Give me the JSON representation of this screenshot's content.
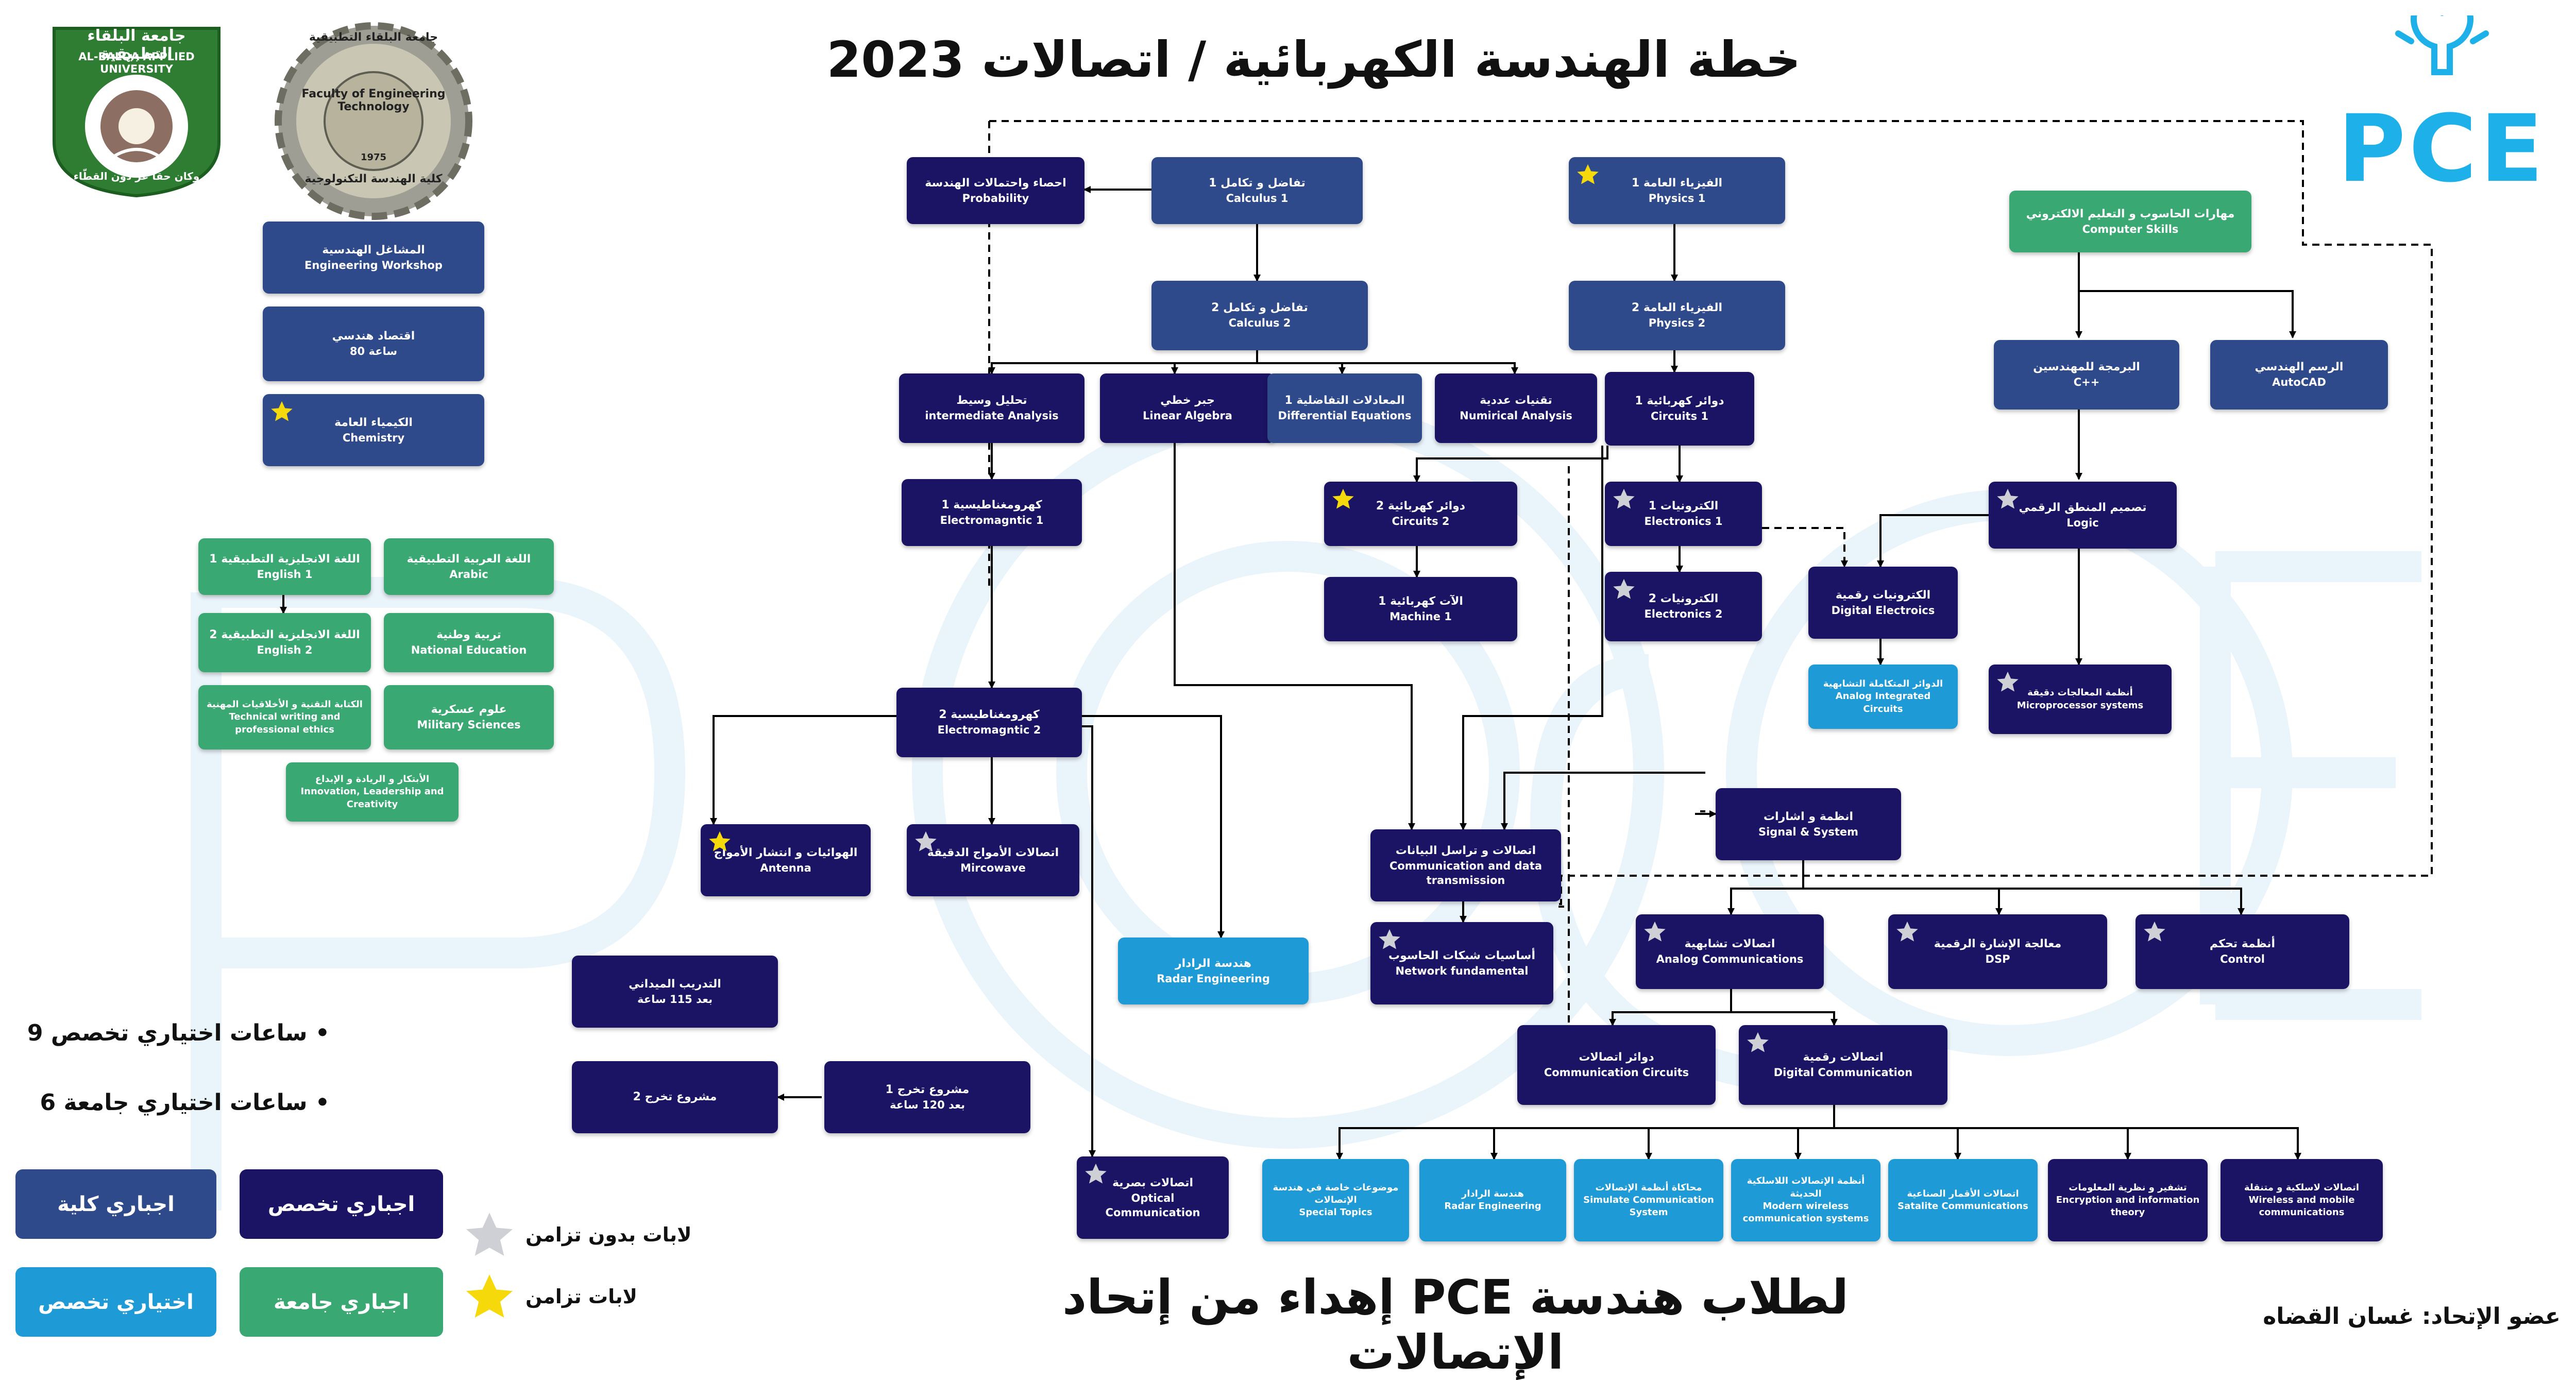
{
  "title": "خطة الهندسة الكهربائية / اتصالات 2023",
  "footer": "إهداء من إتحاد PCE لطلاب هندسة الإتصالات",
  "member": "عضو الإتحاد: غسان القضاه",
  "logos": {
    "university": "جامعة البلقاء التطبيقية",
    "university_en": "AL-BALQA APPLIED UNIVERSITY",
    "university_motto": "وكان حقاً عزّ دون القطّاء",
    "faculty_ar": "كلية الهندسة التكنولوجية",
    "faculty_en": "Faculty of Engineering Technology",
    "faculty_ar_top": "جامعة البلقاء التطبيقية",
    "faculty_year": "1975",
    "pce": "PCE"
  },
  "notes": {
    "electives_major": "9 ساعات اختياري تخصص",
    "electives_uni": "6 ساعات اختياري جامعة"
  },
  "legend": {
    "faculty_mandatory": "اجباري كلية",
    "major_mandatory": "اجباري تخصص",
    "major_elective": "اختياري تخصص",
    "uni_mandatory": "اجباري جامعة",
    "labs_no_sync": "لابات بدون تزامن",
    "labs_sync": "لابات تزامن"
  },
  "colors": {
    "dark": "#1b1464",
    "blue": "#2e4a8b",
    "green": "#3aa872",
    "lightblue": "#1e9ad6",
    "star_gold": "#f5d90a",
    "star_silver": "#cfcfd6"
  },
  "courses": {
    "calculus1": {
      "ar": "تفاضل و تكامل 1",
      "en": "Calculus 1"
    },
    "probability": {
      "ar": "احصاء واحتمالات الهندسة",
      "en": "Probability"
    },
    "physics1": {
      "ar": "الفيزياء العامة 1",
      "en": "Physics 1"
    },
    "computer_skills": {
      "ar": "مهارات الحاسوب و التعليم الالكتروني",
      "en": "Computer Skills"
    },
    "workshop": {
      "ar": "المشاغل الهندسية",
      "en": "Engineering Workshop"
    },
    "economy": {
      "ar": "اقتصاد هندسي",
      "en": "80 ساعة"
    },
    "chemistry": {
      "ar": "الكيمياء العامة",
      "en": "Chemistry"
    },
    "calculus2": {
      "ar": "تفاضل و تكامل 2",
      "en": "Calculus 2"
    },
    "physics2": {
      "ar": "الفيزياء العامة 2",
      "en": "Physics 2"
    },
    "cpp": {
      "ar": "البرمجة للمهندسين",
      "en": "C++"
    },
    "autocad": {
      "ar": "الرسم الهندسي",
      "en": "AutoCAD"
    },
    "intermediate": {
      "ar": "تحليل وسيط",
      "en": "intermediate Analysis"
    },
    "linear_algebra": {
      "ar": "جبر خطي",
      "en": "Linear Algebra"
    },
    "diff_eq": {
      "ar": "المعادلات التفاضلية 1",
      "en": "Differential Equations"
    },
    "numerical": {
      "ar": "تقنيات عددية",
      "en": "Numirical Analysis"
    },
    "circuits1": {
      "ar": "دوائر كهربائية 1",
      "en": "Circuits 1"
    },
    "em1": {
      "ar": "كهرومغناطيسية 1",
      "en": "Electromagntic 1"
    },
    "circuits2": {
      "ar": "دوائر كهربائية 2",
      "en": "Circuits 2"
    },
    "electronics1": {
      "ar": "الكترونيات 1",
      "en": "Electronics 1"
    },
    "logic": {
      "ar": "تصميم المنطق الرقمي",
      "en": "Logic"
    },
    "english1": {
      "ar": "اللغة الانجليزية التطبيقية 1",
      "en": "English 1"
    },
    "arabic": {
      "ar": "اللغة العربية التطبيقية",
      "en": "Arabic"
    },
    "machine1": {
      "ar": "الآت كهربائية 1",
      "en": "Machine 1"
    },
    "electronics2": {
      "ar": "الكترونيات 2",
      "en": "Electronics 2"
    },
    "digital_electronics": {
      "ar": "الكترونيات رقمية",
      "en": "Digital Electroics"
    },
    "english2": {
      "ar": "اللغة الانجليزية التطبيقية 2",
      "en": "English 2"
    },
    "national": {
      "ar": "تربية وطنية",
      "en": "National Education"
    },
    "analog_ic": {
      "ar": "الدوائر المتكاملة التشابهية",
      "en": "Analog Integrated Circuits"
    },
    "microprocessor": {
      "ar": "أنظمة المعالجات دقيقة",
      "en": "Microprocessor systems"
    },
    "technical_writing": {
      "ar": "الكتابة التقنية و الأخلاقيات المهنية",
      "en": "Technical writing and professional ethics"
    },
    "military": {
      "ar": "علوم عسكرية",
      "en": "Military Sciences"
    },
    "em2": {
      "ar": "كهرومغناطيسية 2",
      "en": "Electromagntic 2"
    },
    "innovation": {
      "ar": "الأبتكار و الريادة و الإبداع",
      "en": "Innovation, Leadership and Creativity"
    },
    "signal": {
      "ar": "انظمة و اشارات",
      "en": "Signal & System"
    },
    "antenna": {
      "ar": "الهوائيات و انتشار الأمواج",
      "en": "Antenna"
    },
    "microwave": {
      "ar": "اتصالات الأمواج الدقيقة",
      "en": "Mircowave"
    },
    "data_comm": {
      "ar": "اتصالات و تراسل البيانات",
      "en": "Communication and data transmission"
    },
    "analog_comm": {
      "ar": "اتصالات تشابهية",
      "en": "Analog Communications"
    },
    "dsp": {
      "ar": "معالجة الإشارة الرقمية",
      "en": "DSP"
    },
    "control": {
      "ar": "أنظمة تحكم",
      "en": "Control"
    },
    "radar": {
      "ar": "هندسة الرادار",
      "en": "Radar Engineering"
    },
    "network": {
      "ar": "أساسيات شبكات الحاسوب",
      "en": "Network fundamental"
    },
    "training": {
      "ar": "التدريب الميداني",
      "en": "بعد 115 ساعة"
    },
    "comm_circuits": {
      "ar": "دوائر اتصالات",
      "en": "Communication Circuits"
    },
    "digital_comm": {
      "ar": "اتصالات رقمية",
      "en": "Digital Communication"
    },
    "project2": {
      "ar": "مشروع تخرج 2",
      "en": ""
    },
    "project1": {
      "ar": "مشروع تخرج 1",
      "en": "بعد 120 ساعة"
    },
    "optical": {
      "ar": "اتصالات بصرية",
      "en": "Optical Communication"
    },
    "special": {
      "ar": "موضوعات خاصة في هندسة الإتصالات",
      "en": "Special Topics"
    },
    "radar_el": {
      "ar": "هندسة الرادار",
      "en": "Radar Engineering"
    },
    "simulate": {
      "ar": "محاكاة أنظمة الإتصالات",
      "en": "Simulate Communication System"
    },
    "wireless_modern": {
      "ar": "أنظمة الإتصالات اللاسلكية الحديثة",
      "en": "Modern wireless communication systems"
    },
    "satellite": {
      "ar": "اتصالات الأقمار الصناعية",
      "en": "Satalite Communications"
    },
    "encryption": {
      "ar": "تشفير و نظرية المعلومات",
      "en": "Encryption and information theory"
    },
    "wireless_mobile": {
      "ar": "اتصالات لاسلكية و متنقلة",
      "en": "Wireless and mobile communications"
    }
  }
}
